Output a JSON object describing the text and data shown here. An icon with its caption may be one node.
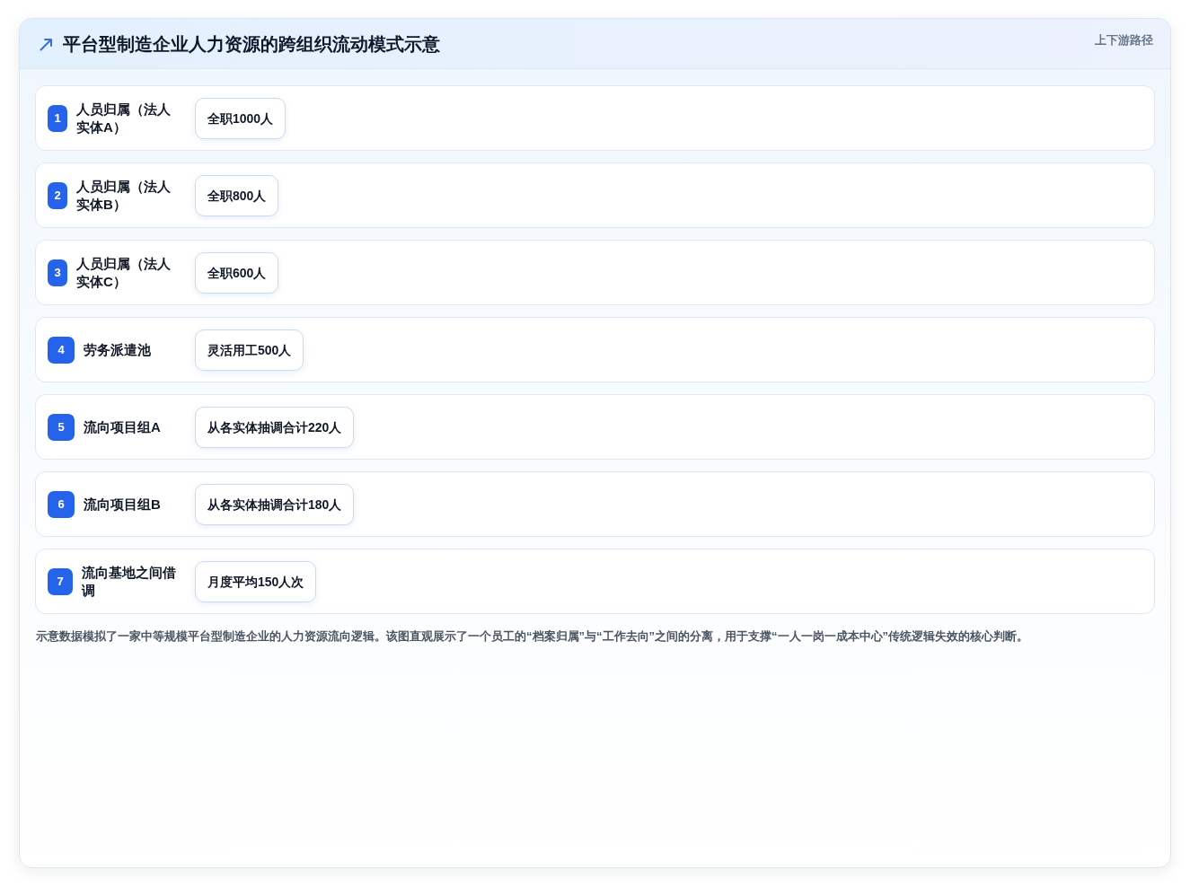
{
  "diagram": {
    "title": "平台型制造企业人力资源的跨组织流动模式示意",
    "caption": "示意数据模拟了一家中等规模平台型制造企业的人力资源流向逻辑。该图直观展示了一个员工的“档案归属”与“工作去向”之间的分离，用于支撑“一人一岗一成本中心”传统逻辑失效的核心判断。",
    "nodes": [
      {
        "text": [
          "人员归属（法人实体A）"
        ]
      },
      {
        "text": [
          "1"
        ],
        "in": 0
      },
      {
        "text": [
          "全职1000人"
        ],
        "in": 0
      },
      {
        "text": [
          "人员归属（法人实体B）"
        ]
      },
      {
        "text": [
          "2"
        ],
        "in": 3
      },
      {
        "text": [
          "全职800人"
        ],
        "in": 3
      },
      {
        "text": [
          "人员归属（法人实体C）"
        ]
      },
      {
        "text": [
          "3"
        ],
        "in": 6
      },
      {
        "text": [
          "全职600人"
        ],
        "in": 6
      },
      {
        "text": [
          "劳务派遣池"
        ]
      },
      {
        "text": [
          "4"
        ],
        "in": 9
      },
      {
        "text": [
          "灵活用工500人"
        ],
        "in": 9
      },
      {
        "text": [
          "流向项目组A"
        ]
      },
      {
        "text": [
          "5"
        ],
        "in": 12
      },
      {
        "text": [
          "从各实体抽调合计220人"
        ],
        "in": 12
      },
      {
        "text": [
          "流向项目组B"
        ]
      },
      {
        "text": [
          "6"
        ],
        "in": 15
      },
      {
        "text": [
          "从各实体抽调合计180人"
        ],
        "in": 15
      },
      {
        "text": [
          "流向基地之间借调"
        ]
      },
      {
        "text": [
          "7"
        ],
        "in": 18
      },
      {
        "text": [
          "月度平均150人次"
        ],
        "in": 18
      }
    ],
    "labels": [
      "上下游路径"
    ]
  }
}
